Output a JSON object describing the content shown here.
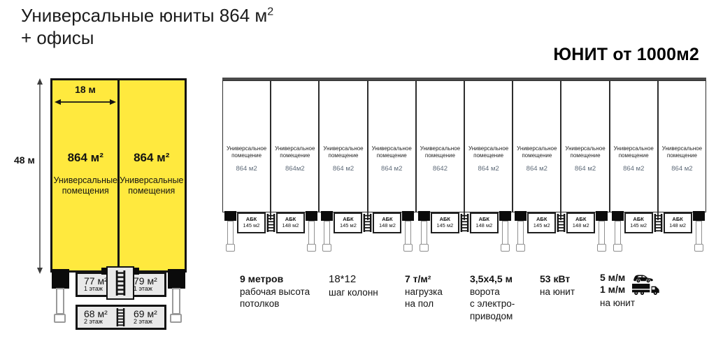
{
  "header": {
    "title_main": "Универсальные юниты 864 м",
    "title_sup": "2",
    "title_line2": "+ офисы",
    "right_title": "ЮНИТ от 1000м2"
  },
  "floor_plan": {
    "height_label": "48 м",
    "width_label": "18 м",
    "units": [
      {
        "area": "864 м²",
        "label": "Универсальные помещения"
      },
      {
        "area": "864 м²",
        "label": "Универсальные помещения"
      }
    ],
    "offices_floor1": [
      {
        "area": "77 м²",
        "floor": "1 этаж"
      },
      {
        "area": "79 м²",
        "floor": "1 этаж"
      }
    ],
    "offices_floor2": [
      {
        "area": "68 м²",
        "floor": "2 этаж"
      },
      {
        "area": "69 м²",
        "floor": "2 этаж"
      }
    ]
  },
  "unit_row": {
    "units": [
      {
        "label": "Универсальное помещение",
        "area": "864 м2"
      },
      {
        "label": "Универсальное помещение",
        "area": "864м2"
      },
      {
        "label": "Универсальное помещение",
        "area": "864 м2"
      },
      {
        "label": "Универсальное помещение",
        "area": "864 м2"
      },
      {
        "label": "Универсальное помещение",
        "area": "8642"
      },
      {
        "label": "Универсальное помещение",
        "area": "864 м2"
      },
      {
        "label": "Универсальное помещение",
        "area": "864 м2"
      },
      {
        "label": "Универсальное помещение",
        "area": "864 м2"
      },
      {
        "label": "Универсальное помещение",
        "area": "864 м2"
      },
      {
        "label": "Универсальное помещение",
        "area": "864 м2"
      }
    ],
    "abk_pairs": [
      {
        "left": {
          "name": "АБК",
          "area": "145 м2"
        },
        "right": {
          "name": "АБК",
          "area": "148 м2"
        }
      },
      {
        "left": {
          "name": "АБК",
          "area": "145 м2"
        },
        "right": {
          "name": "АБК",
          "area": "148 м2"
        }
      },
      {
        "left": {
          "name": "АБК",
          "area": "145 м2"
        },
        "right": {
          "name": "АБК",
          "area": "148 м2"
        }
      },
      {
        "left": {
          "name": "АБК",
          "area": "145 м2"
        },
        "right": {
          "name": "АБК",
          "area": "148 м2"
        }
      },
      {
        "left": {
          "name": "АБК",
          "area": "145 м2"
        },
        "right": {
          "name": "АБК",
          "area": "148 м2"
        }
      }
    ]
  },
  "specs": [
    {
      "title": "9 метров",
      "lines": [
        "рабочая высота",
        "потолков"
      ]
    },
    {
      "title": "18*12",
      "lines": [
        "шаг колонн"
      ]
    },
    {
      "title": "7 т/м²",
      "lines": [
        "нагрузка",
        "на пол"
      ]
    },
    {
      "title": "3,5х4,5 м",
      "lines": [
        "ворота",
        "с электро-",
        "приводом"
      ]
    },
    {
      "title": "53 кВт",
      "lines": [
        "на юнит"
      ]
    },
    {
      "title": "5 м/м",
      "title2": "1 м/м",
      "lines": [
        "на юнит"
      ],
      "icons": [
        "car-icon",
        "truck-icon"
      ]
    }
  ],
  "colors": {
    "accent_yellow": "#FFE93E",
    "office_gray": "#E9E9E9",
    "dock_black": "#0B0B0B",
    "unit_area_text": "#5E6A78"
  }
}
